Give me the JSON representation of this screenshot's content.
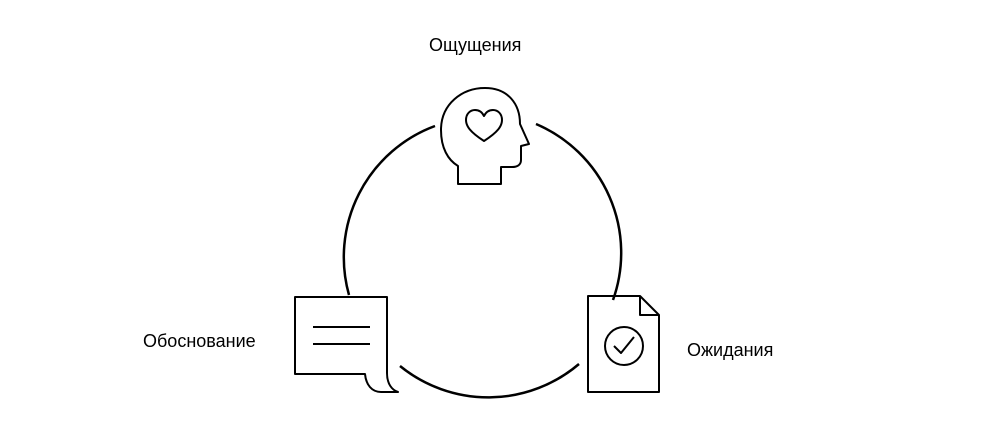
{
  "diagram": {
    "nodes": [
      {
        "id": "feelings",
        "label": "Ощущения",
        "icon": "head-heart-icon"
      },
      {
        "id": "justification",
        "label": "Обоснование",
        "icon": "speech-bubble-icon"
      },
      {
        "id": "expectations",
        "label": "Ожидания",
        "icon": "document-check-icon"
      }
    ]
  },
  "colors": {
    "stroke": "#000000",
    "background": "#ffffff",
    "text": "#000000"
  }
}
